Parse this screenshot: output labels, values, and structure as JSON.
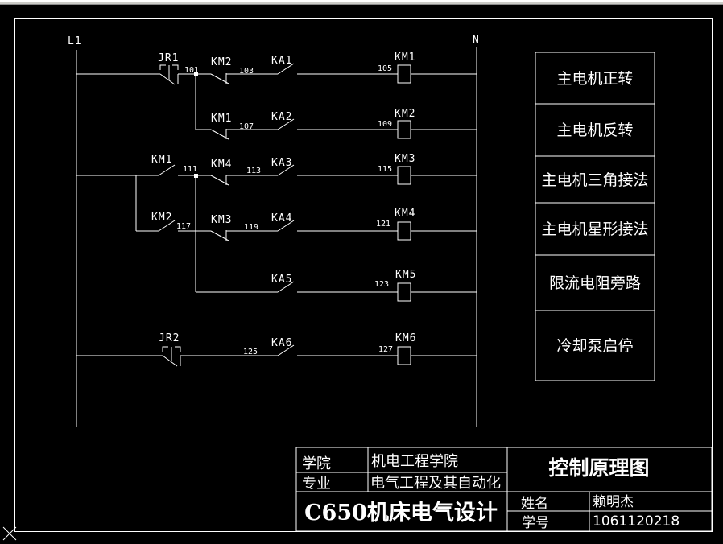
{
  "colors": {
    "background": "#000000",
    "line": "#ffffff",
    "titlebar_strip": "#cbcbc7"
  },
  "ladder": {
    "left_rail": "L1",
    "right_rail": "N",
    "rows": [
      {
        "c1": "JR1",
        "n1": "101",
        "c2": "KM2",
        "n2": "103",
        "c3": "KA1",
        "n3": "105",
        "coil": "KM1"
      },
      {
        "c1": "KM1",
        "n1": "107",
        "c2": "KA2",
        "n2": "109",
        "coil": "KM2"
      },
      {
        "c1": "KM1",
        "n1": "111",
        "c2": "KM4",
        "n2": "113",
        "c3": "KA3",
        "n3": "115",
        "coil": "KM3"
      },
      {
        "c1": "KM2",
        "n1": "117",
        "c2": "KM3",
        "n2": "119",
        "c3": "KA4",
        "n3": "121",
        "coil": "KM4"
      },
      {
        "c1": "KA5",
        "n1": "123",
        "coil": "KM5"
      },
      {
        "c1": "JR2",
        "n1": "125",
        "c2": "KA6",
        "n2": "127",
        "coil": "KM6"
      }
    ]
  },
  "function_table": {
    "rows": [
      "主电机正转",
      "主电机反转",
      "主电机三角接法",
      "主电机星形接法",
      "限流电阻旁路",
      "冷却泵启停"
    ]
  },
  "title_block": {
    "college_label": "学院",
    "college_value": "机电工程学院",
    "major_label": "专业",
    "major_value": "电气工程及其自动化",
    "project_title": "C650机床电气设计",
    "drawing_title": "控制原理图",
    "name_label": "姓名",
    "name_value": "赖明杰",
    "id_label": "学号",
    "id_value": "1061120218"
  }
}
